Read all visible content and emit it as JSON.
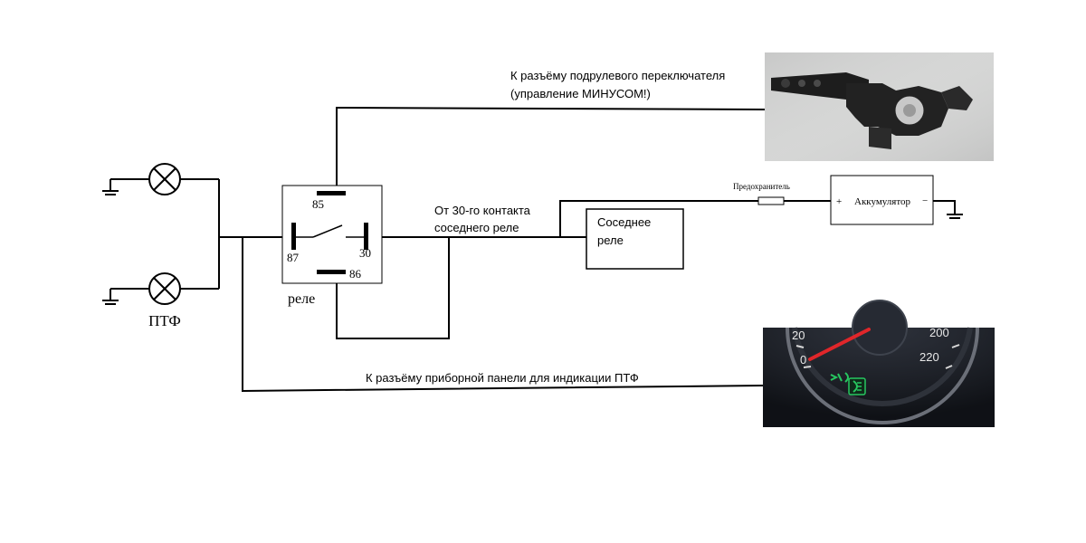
{
  "labels": {
    "steering_connector_line1": "К разъёму подрулевого переключателя",
    "steering_connector_line2": "(управление МИНУСОМ!)",
    "contact30_line1": "От 30-го контакта",
    "contact30_line2": "соседнего реле",
    "neighbor_relay_line1": "Соседнее",
    "neighbor_relay_line2": "реле",
    "fuse": "Предохранитель",
    "battery": "Аккумулятор",
    "battery_plus": "+",
    "battery_minus": "−",
    "relay": "реле",
    "fog_lamps": "ПТФ",
    "dashboard_connector": "К разъёму приборной панели для индикации ПТФ"
  },
  "relay_pins": {
    "pin85": "85",
    "pin87": "87",
    "pin30": "30",
    "pin86": "86"
  },
  "gauge": {
    "ticks": [
      "20",
      "0",
      "200",
      "220"
    ]
  },
  "colors": {
    "wire": "#000000",
    "needle": "#e0262a",
    "indicator": "#27c760",
    "gauge_bg": "#1a1d24",
    "photo_bg": "#d2d2d2"
  }
}
